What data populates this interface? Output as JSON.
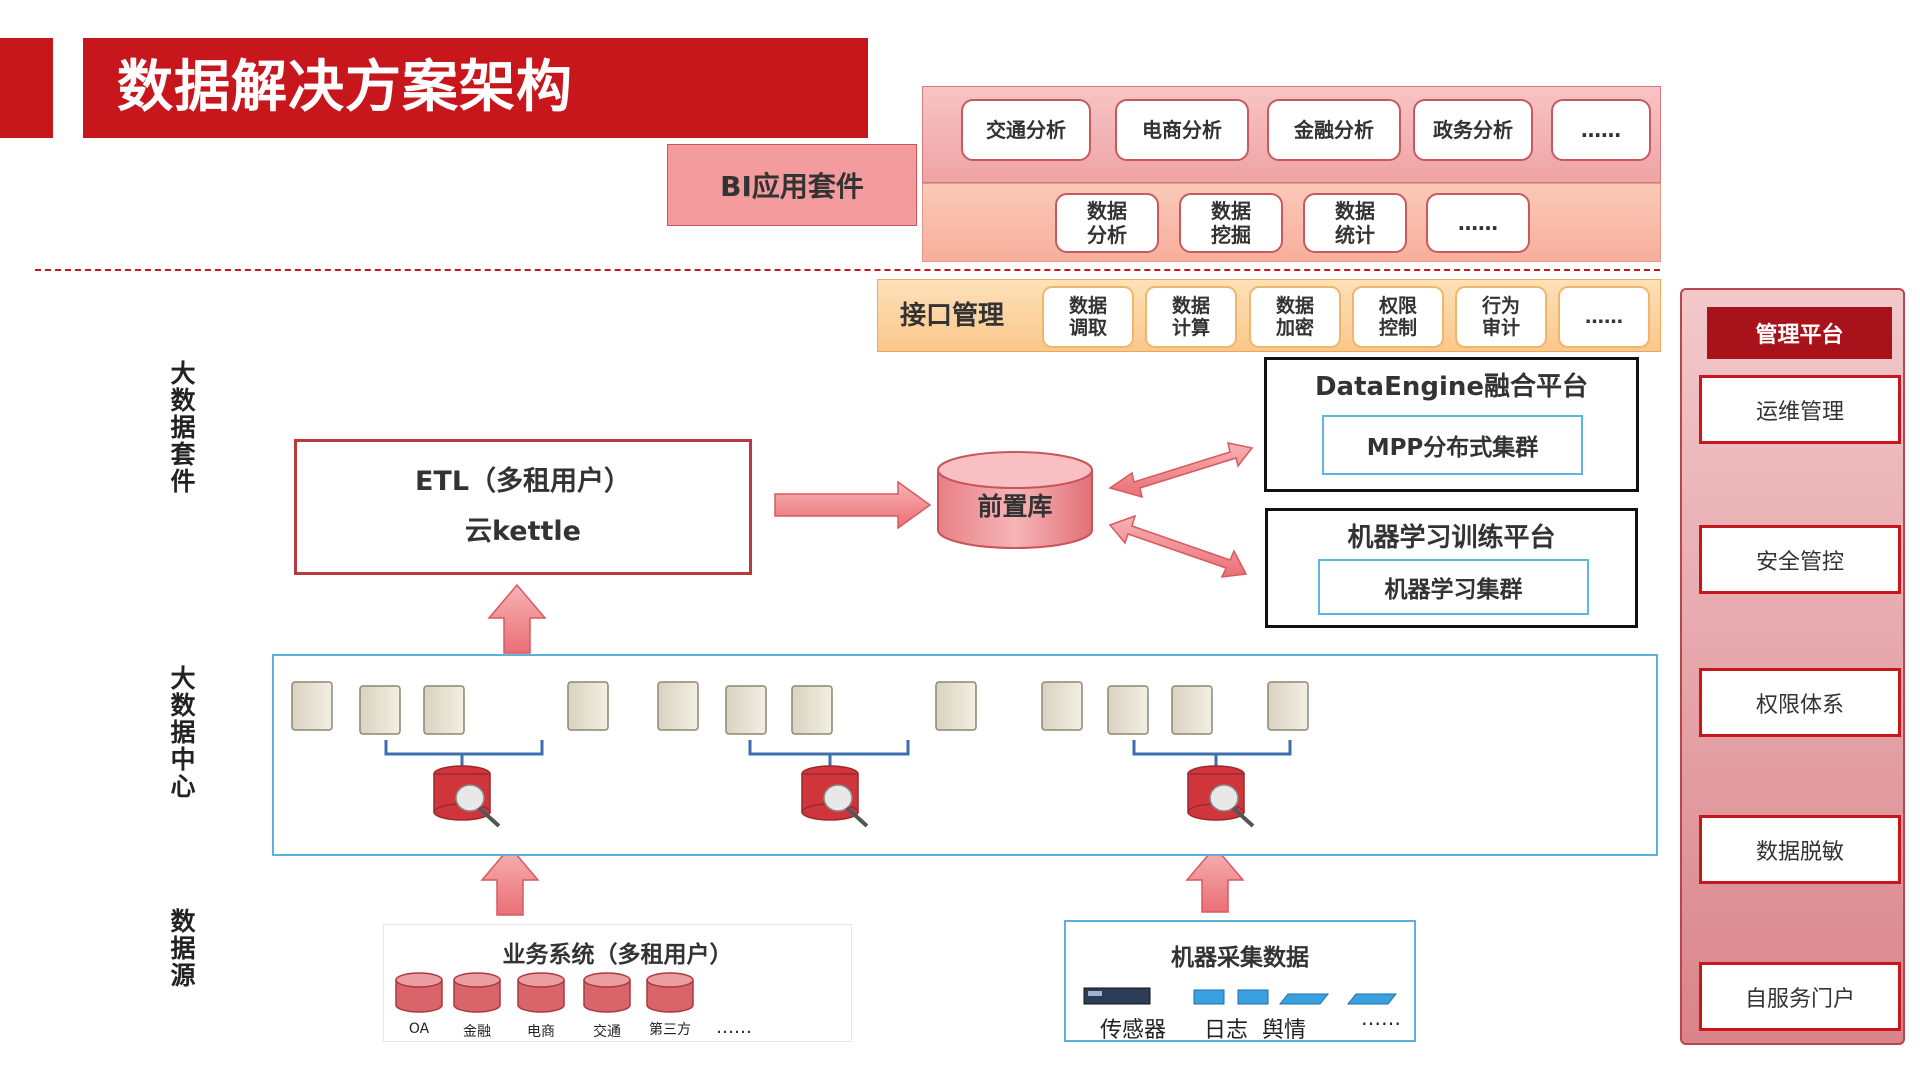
{
  "title": "数据解决方案架构",
  "bi": {
    "label": "BI应用套件",
    "top_items": [
      "交通分析",
      "电商分析",
      "金融分析",
      "政务分析",
      "……"
    ],
    "bottom_items": [
      [
        "数据",
        "分析"
      ],
      [
        "数据",
        "挖掘"
      ],
      [
        "数据",
        "统计"
      ],
      [
        "……",
        ""
      ]
    ]
  },
  "interface": {
    "label": "接口管理",
    "items": [
      [
        "数据",
        "调取"
      ],
      [
        "数据",
        "计算"
      ],
      [
        "数据",
        "加密"
      ],
      [
        "权限",
        "控制"
      ],
      [
        "行为",
        "审计"
      ],
      [
        "……",
        ""
      ]
    ]
  },
  "management": {
    "title": "管理平台",
    "items": [
      "运维管理",
      "安全管控",
      "权限体系",
      "数据脱敏",
      "自服务门户"
    ]
  },
  "layers": [
    "大数据套件",
    "大数据中心",
    "数据源"
  ],
  "etl": {
    "line1": "ETL（多租用户）",
    "line2": "云kettle"
  },
  "front_db": "前置库",
  "dataengine": {
    "title": "DataEngine融合平台",
    "inner": "MPP分布式集群"
  },
  "ml": {
    "title": "机器学习训练平台",
    "inner": "机器学习集群"
  },
  "source_business": {
    "title": "业务系统（多租用户）",
    "items": [
      "OA",
      "金融",
      "电商",
      "交通",
      "第三方"
    ],
    "more": "……"
  },
  "source_machine": {
    "title": "机器采集数据",
    "items": [
      "传感器",
      "日志",
      "舆情"
    ],
    "more": "……"
  },
  "colors": {
    "brand_red": "#c8161d",
    "light_blue": "#5fb0d8",
    "orange": "#fbc78a"
  }
}
